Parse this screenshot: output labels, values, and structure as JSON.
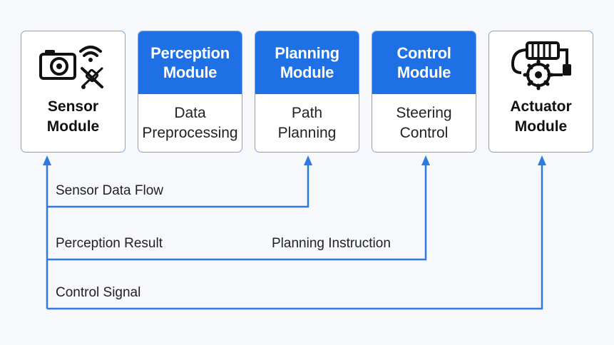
{
  "modules": {
    "sensor": {
      "title_line1": "Sensor",
      "title_line2": "Module",
      "icon": "camera-wifi-robot-icon"
    },
    "perception": {
      "head_line1": "Perception",
      "head_line2": "Module",
      "body_line1": "Data",
      "body_line2": "Preprocessing"
    },
    "planning": {
      "head_line1": "Planning",
      "head_line2": "Module",
      "body_line1": "Path",
      "body_line2": "Planning"
    },
    "control": {
      "head_line1": "Control",
      "head_line2": "Module",
      "body_line1": "Steering",
      "body_line2": "Control"
    },
    "actuator": {
      "title_line1": "Actuator",
      "title_line2": "Module",
      "icon": "motor-gear-icon"
    }
  },
  "flows": {
    "sensor_data": "Sensor Data Flow",
    "perception_result": "Perception Result",
    "planning_instruction": "Planning Instruction",
    "control_signal": "Control Signal"
  },
  "colors": {
    "accent": "#1f6fe5",
    "border": "#7fa3d9",
    "line": "#2f7ae5"
  }
}
